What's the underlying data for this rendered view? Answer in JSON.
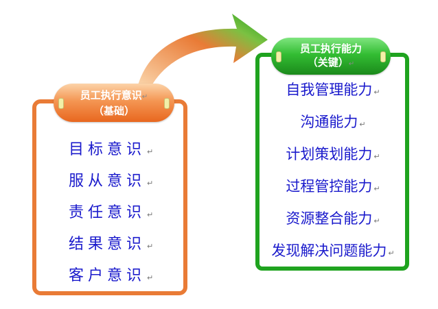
{
  "left_panel": {
    "title_line1": "员工执行意识",
    "title_line2": "（基础）",
    "items": [
      "目标意识",
      "服从意识",
      "责任意识",
      "结果意识",
      "客户意识"
    ]
  },
  "right_panel": {
    "title_line1": "员工执行能力",
    "title_line2": "（关键）",
    "items": [
      "自我管理能力",
      "沟通能力",
      "计划策划能力",
      "过程管控能力",
      "资源整合能力",
      "发现解决问题能力"
    ]
  },
  "paragraph_mark": "↵",
  "colors": {
    "orange": "#e97b36",
    "green": "#1fa31f",
    "text_blue": "#1a1acc"
  }
}
